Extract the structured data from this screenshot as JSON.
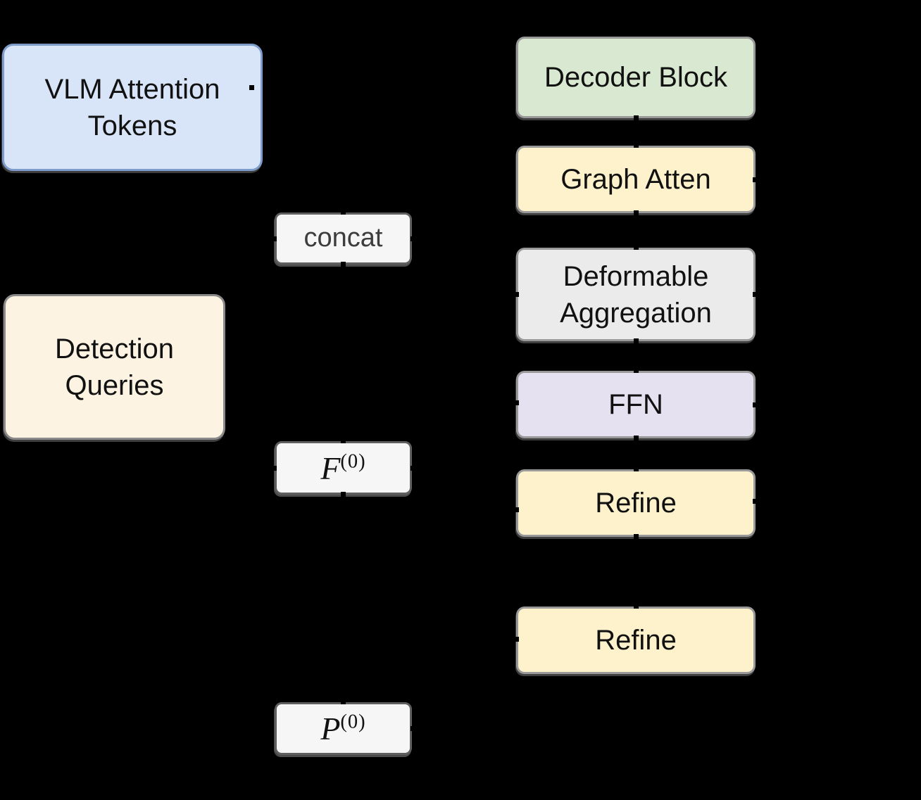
{
  "background": "#000000",
  "nodes": {
    "vlm_attention_tokens": {
      "label": "VLM Attention\nTokens",
      "fill": "#d8e4f7",
      "border": "#7e9ccb",
      "text_color": "#111111"
    },
    "concat": {
      "label": "concat",
      "fill": "#f6f6f6",
      "border": "#5f5f5f",
      "text_color": "#3d3d3d"
    },
    "detection_queries": {
      "label": "Detection\nQueries",
      "fill": "#fdf3e2",
      "border": "#8a8a8a",
      "text_color": "#111111"
    },
    "f0": {
      "base": "F",
      "sup": "(0)",
      "fill": "#f6f6f6",
      "border": "#5f5f5f",
      "text_color": "#111111"
    },
    "p0": {
      "base": "P",
      "sup": "(0)",
      "fill": "#f6f6f6",
      "border": "#5f5f5f",
      "text_color": "#111111"
    },
    "decoder_block": {
      "label": "Decoder Block",
      "fill": "#d9e8d1",
      "border": "#999999",
      "text_color": "#111111"
    },
    "graph_atten": {
      "label": "Graph Atten",
      "fill": "#fdf2cb",
      "border": "#999999",
      "text_color": "#111111"
    },
    "deformable_aggregation": {
      "label": "Deformable\nAggregation",
      "fill": "#ebebeb",
      "border": "#999999",
      "text_color": "#111111"
    },
    "ffn": {
      "label": "FFN",
      "fill": "#e5e1f0",
      "border": "#999999",
      "text_color": "#111111"
    },
    "refine_1": {
      "label": "Refine",
      "fill": "#fdf2cb",
      "border": "#999999",
      "text_color": "#111111"
    },
    "refine_2": {
      "label": "Refine",
      "fill": "#fdf2cb",
      "border": "#999999",
      "text_color": "#111111"
    }
  }
}
